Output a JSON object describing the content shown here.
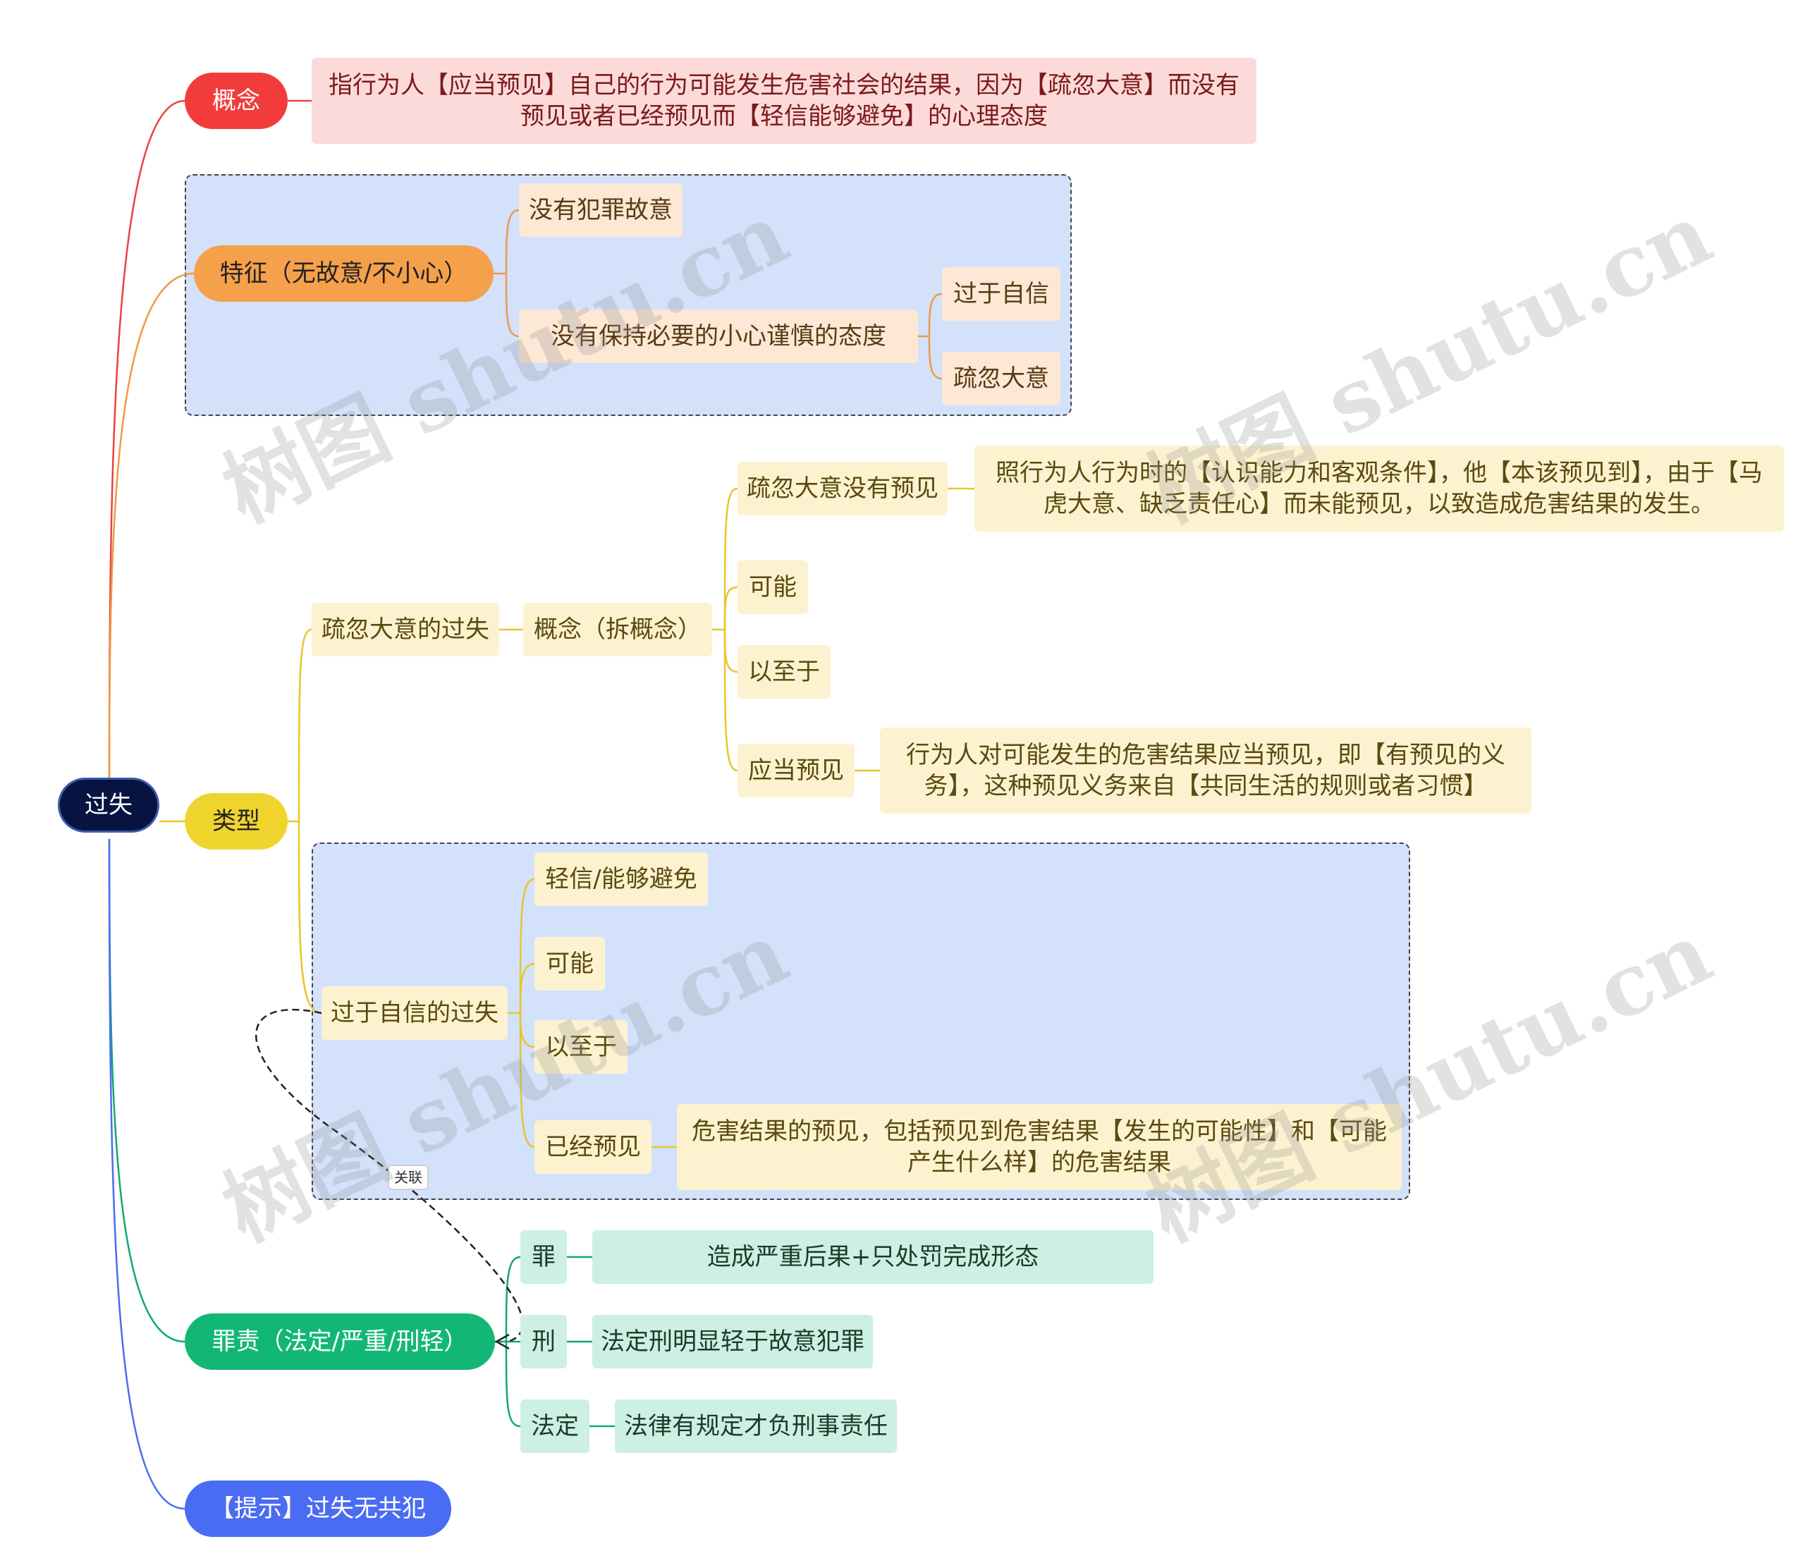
{
  "root": {
    "label": "过失"
  },
  "branches": {
    "concept": {
      "label": "概念",
      "text": "指行为人【应当预见】自己的行为可能发生危害社会的结果，因为【疏忽大意】而没有预见或者已经预见而【轻信能够避免】的心理态度"
    },
    "feature": {
      "label": "特征（无故意/不小心）",
      "no_intent": "没有犯罪故意",
      "no_care": "没有保持必要的小心谨慎的态度",
      "overconfident": "过于自信",
      "negligent": "疏忽大意"
    },
    "types": {
      "label": "类型",
      "negligence": {
        "label": "疏忽大意的过失",
        "concept": "概念（拆概念）",
        "not_foreseen": "疏忽大意没有预见",
        "not_foreseen_desc": "照行为人行为时的【认识能力和客观条件】，他【本该预见到】，由于【马虎大意、缺乏责任心】而未能预见，以致造成危害结果的发生。",
        "possible": "可能",
        "so_that": "以至于",
        "should_foresee": "应当预见",
        "should_foresee_desc": "行为人对可能发生的危害结果应当预见，即【有预见的义务】，这种预见义务来自【共同生活的规则或者习惯】"
      },
      "overconfidence": {
        "label": "过于自信的过失",
        "believe_avoid": "轻信/能够避免",
        "possible": "可能",
        "so_that": "以至于",
        "foreseen": "已经预见",
        "foreseen_desc": "危害结果的预见，包括预见到危害结果【发生的可能性】和【可能产生什么样】的危害结果"
      }
    },
    "liability": {
      "label": "罪责（法定/严重/刑轻）",
      "crime": "罪",
      "crime_desc": "造成严重后果+只处罚完成形态",
      "penalty": "刑",
      "penalty_desc": "法定刑明显轻于故意犯罪",
      "statutory": "法定",
      "statutory_desc": "法律有规定才负刑事责任"
    },
    "hint": {
      "label": "【提示】过失无共犯"
    }
  },
  "relation_label": "关联",
  "watermark": "树图 shutu.cn",
  "colors": {
    "concept": "#e84343",
    "feature": "#f09a45",
    "types": "#e8c62c",
    "liability": "#12a870",
    "hint": "#4a6cf2"
  }
}
